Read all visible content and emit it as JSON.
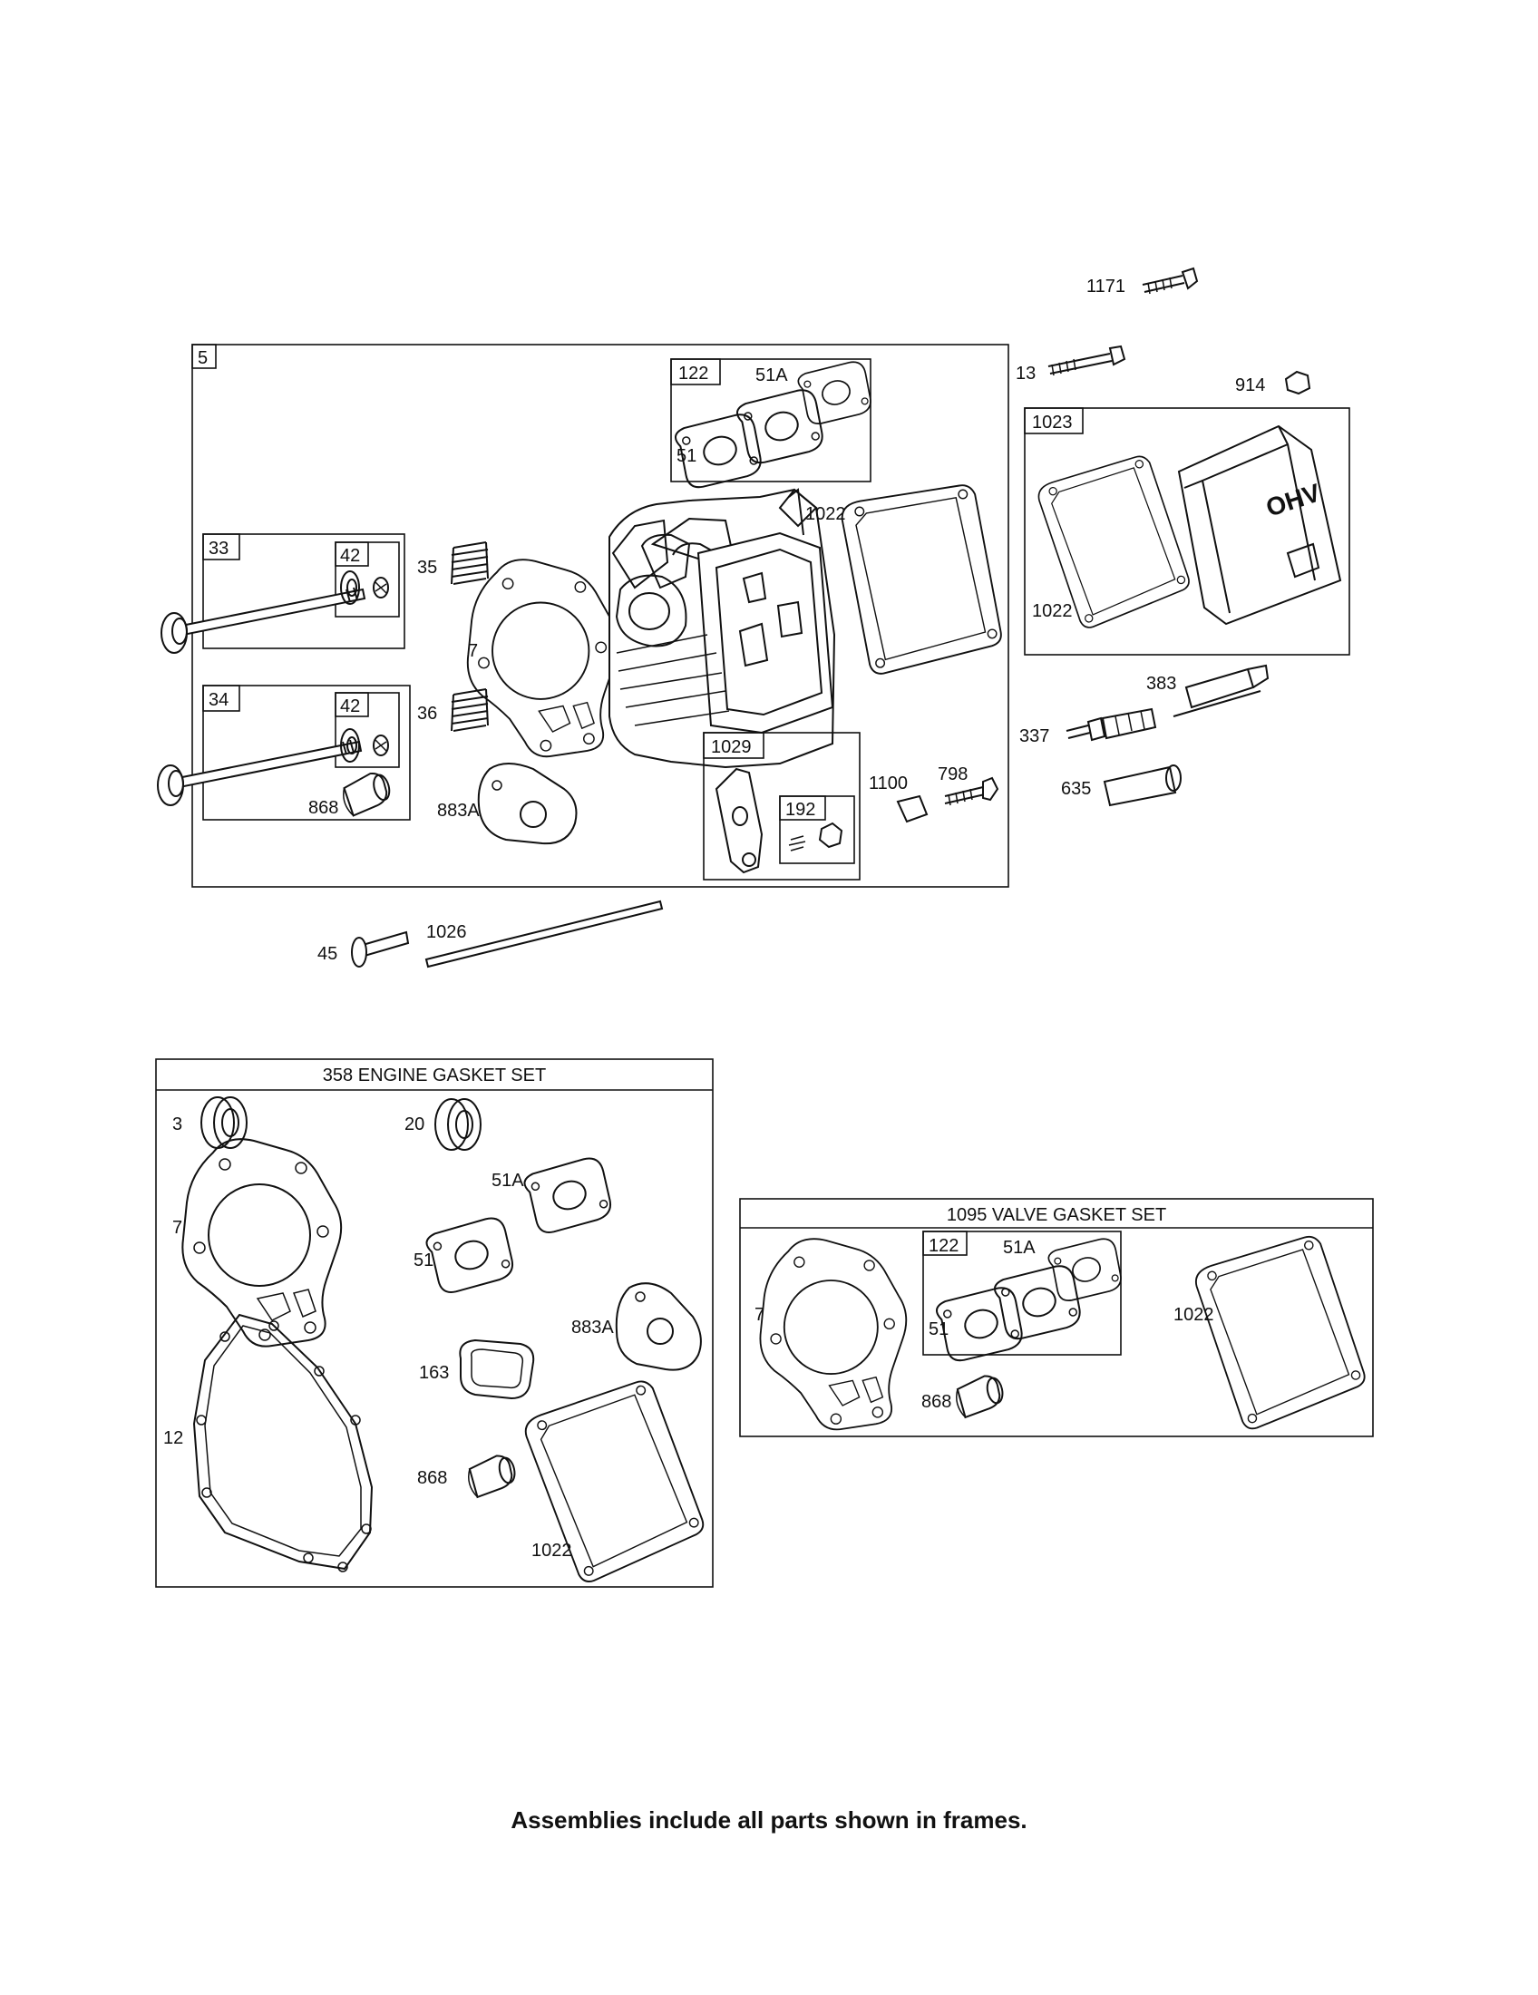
{
  "frames": {
    "f5": "5",
    "f122": "122",
    "f33": "33",
    "f42a": "42",
    "f34": "34",
    "f42b": "42",
    "f1029": "1029",
    "f192": "192",
    "f1023": "1023",
    "f122b": "122"
  },
  "set_titles": {
    "engine": "358 ENGINE GASKET SET",
    "valve": "1095 VALVE GASKET SET"
  },
  "labels": {
    "l1171": "1171",
    "l13": "13",
    "l914": "914",
    "l51A_a": "51A",
    "l51_a": "51",
    "l1022_a": "1022",
    "l35": "35",
    "l7_a": "7",
    "l36": "36",
    "l868_a": "868",
    "l883A_a": "883A",
    "l1100": "1100",
    "l798": "798",
    "l1022_b": "1022",
    "l383": "383",
    "l337": "337",
    "l635": "635",
    "l45": "45",
    "l1026": "1026",
    "l3": "3",
    "l20": "20",
    "l51A_b": "51A",
    "l7_b": "7",
    "l51_b": "51",
    "l883A_b": "883A",
    "l163": "163",
    "l12": "12",
    "l868_b": "868",
    "l1022_c": "1022",
    "l7_c": "7",
    "l51A_c": "51A",
    "l51_c": "51",
    "l1022_d": "1022",
    "l868_c": "868"
  },
  "cover_text": "OHV",
  "footer": "Assemblies include all parts shown in frames."
}
